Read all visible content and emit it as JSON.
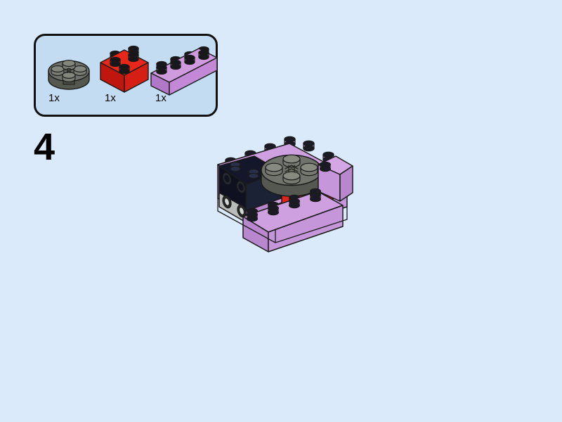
{
  "page": {
    "background_color": "#dbeafa",
    "type": "lego-building-instruction-step"
  },
  "step": {
    "number": "4",
    "label": "4"
  },
  "parts_box": {
    "background_color": "#c3dcf2",
    "border_color": "#111111",
    "items": [
      {
        "name": "round-plate-2x2",
        "quantity": "1x",
        "color_name": "dark-bluish-gray",
        "color": "#6a6e6b",
        "color_top": "#7c807c",
        "color_side": "#545754",
        "stud_color": "#8b8f8b"
      },
      {
        "name": "brick-2x2",
        "quantity": "1x",
        "color_name": "red",
        "color": "#e2231a",
        "color_top": "#f02a19",
        "color_side": "#c2150d",
        "stud_color": "#1a1a1a"
      },
      {
        "name": "brick-1x4",
        "quantity": "1x",
        "color_name": "medium-lavender",
        "color": "#c18bd4",
        "color_top": "#cf9ade",
        "color_side": "#b078c6",
        "stud_color": "#1a1a1a"
      }
    ]
  },
  "assembly": {
    "name": "sub-assembly-step-4",
    "colors": {
      "lavender_top": "#cfa0e0",
      "lavender_left": "#b887cd",
      "lavender_front": "#c08dd2",
      "red_front": "#e2231a",
      "red_top": "#f2301c",
      "dark_blue_top": "#16182b",
      "dark_blue_front": "#1c2338",
      "gray_top": "#8b8f8b",
      "gray_side": "#6a6e6b",
      "stud_black": "#15151d",
      "outline": "#1b1b1b"
    },
    "pieces": [
      {
        "name": "purple-base-plate",
        "color_name": "medium-lavender",
        "quantity": 1
      },
      {
        "name": "purple-brick-1x4-front",
        "color_name": "medium-lavender",
        "quantity": 1
      },
      {
        "name": "dark-blue-snot-brick",
        "color_name": "dark-blue",
        "quantity": 1
      },
      {
        "name": "red-brick-2x2",
        "color_name": "red",
        "quantity": 1
      },
      {
        "name": "gray-round-plate-2x2",
        "color_name": "dark-bluish-gray",
        "quantity": 1
      }
    ]
  }
}
